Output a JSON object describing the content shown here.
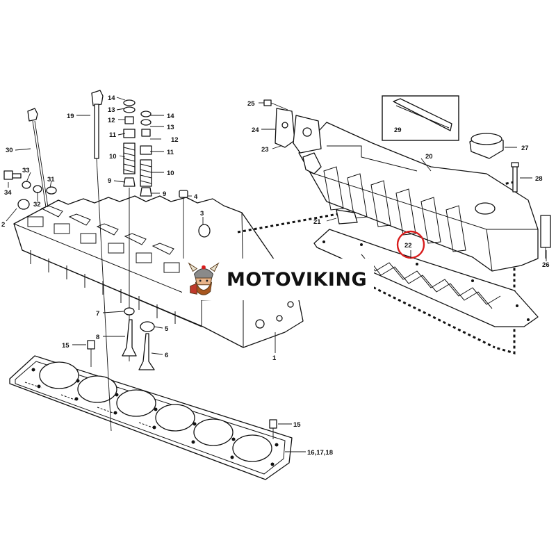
{
  "callouts": {
    "c1": "1",
    "c2": "2",
    "c3": "3",
    "c4": "4",
    "c5": "5",
    "c6": "6",
    "c7": "7",
    "c8": "8",
    "c9": "9",
    "c10": "10",
    "c11": "11",
    "c12": "12",
    "c13": "13",
    "c14": "14",
    "c15": "15",
    "c16": "16,17,18",
    "c19": "19",
    "c20": "20",
    "c21": "21",
    "c22": "22",
    "c23": "23",
    "c24": "24",
    "c25": "25",
    "c26": "26",
    "c27": "27",
    "c28": "28",
    "c29": "29",
    "c30": "30",
    "c31": "31",
    "c32": "32",
    "c33": "33",
    "c34": "34"
  },
  "brand": {
    "name": "MOTOVIKING",
    "logo_icon": "viking-mascot-icon"
  },
  "highlight": {
    "part": "22",
    "color": "#d81c1c"
  },
  "colors": {
    "line": "#111111",
    "background": "#ffffff",
    "highlight": "#d81c1c"
  }
}
